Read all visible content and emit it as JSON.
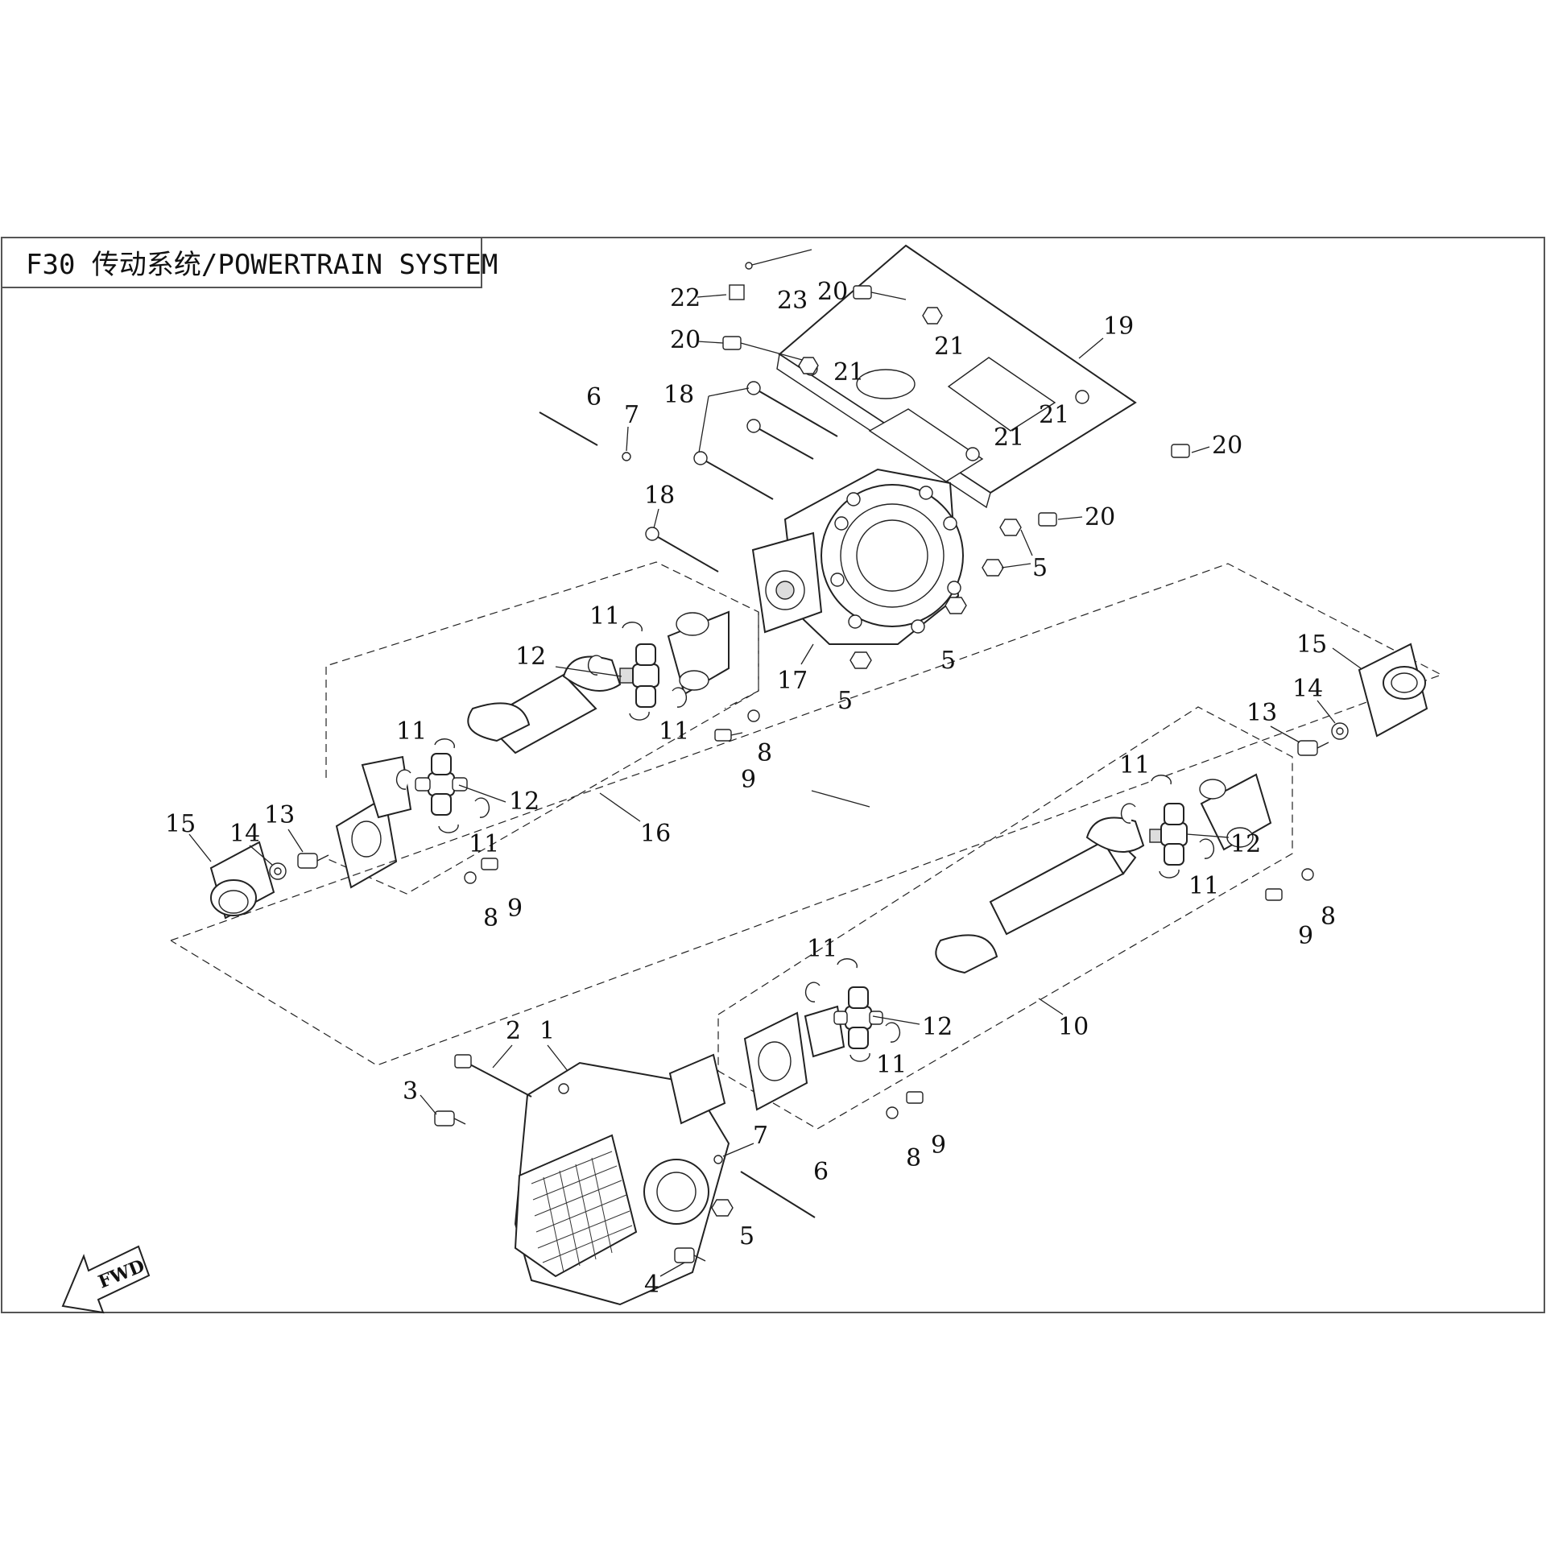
{
  "title": "F30 传动系统/POWERTRAIN SYSTEM",
  "direction_marker": "FWD",
  "callouts": {
    "c1": "1",
    "c2": "2",
    "c3": "3",
    "c4": "4",
    "c5": "5",
    "c6": "6",
    "c7": "7",
    "c8": "8",
    "c9": "9",
    "c10": "10",
    "c11": "11",
    "c12": "12",
    "c13": "13",
    "c14": "14",
    "c15": "15",
    "c16": "16",
    "c17": "17",
    "c18": "18",
    "c19": "19",
    "c20": "20",
    "c21": "21",
    "c22": "22",
    "c23": "23"
  }
}
